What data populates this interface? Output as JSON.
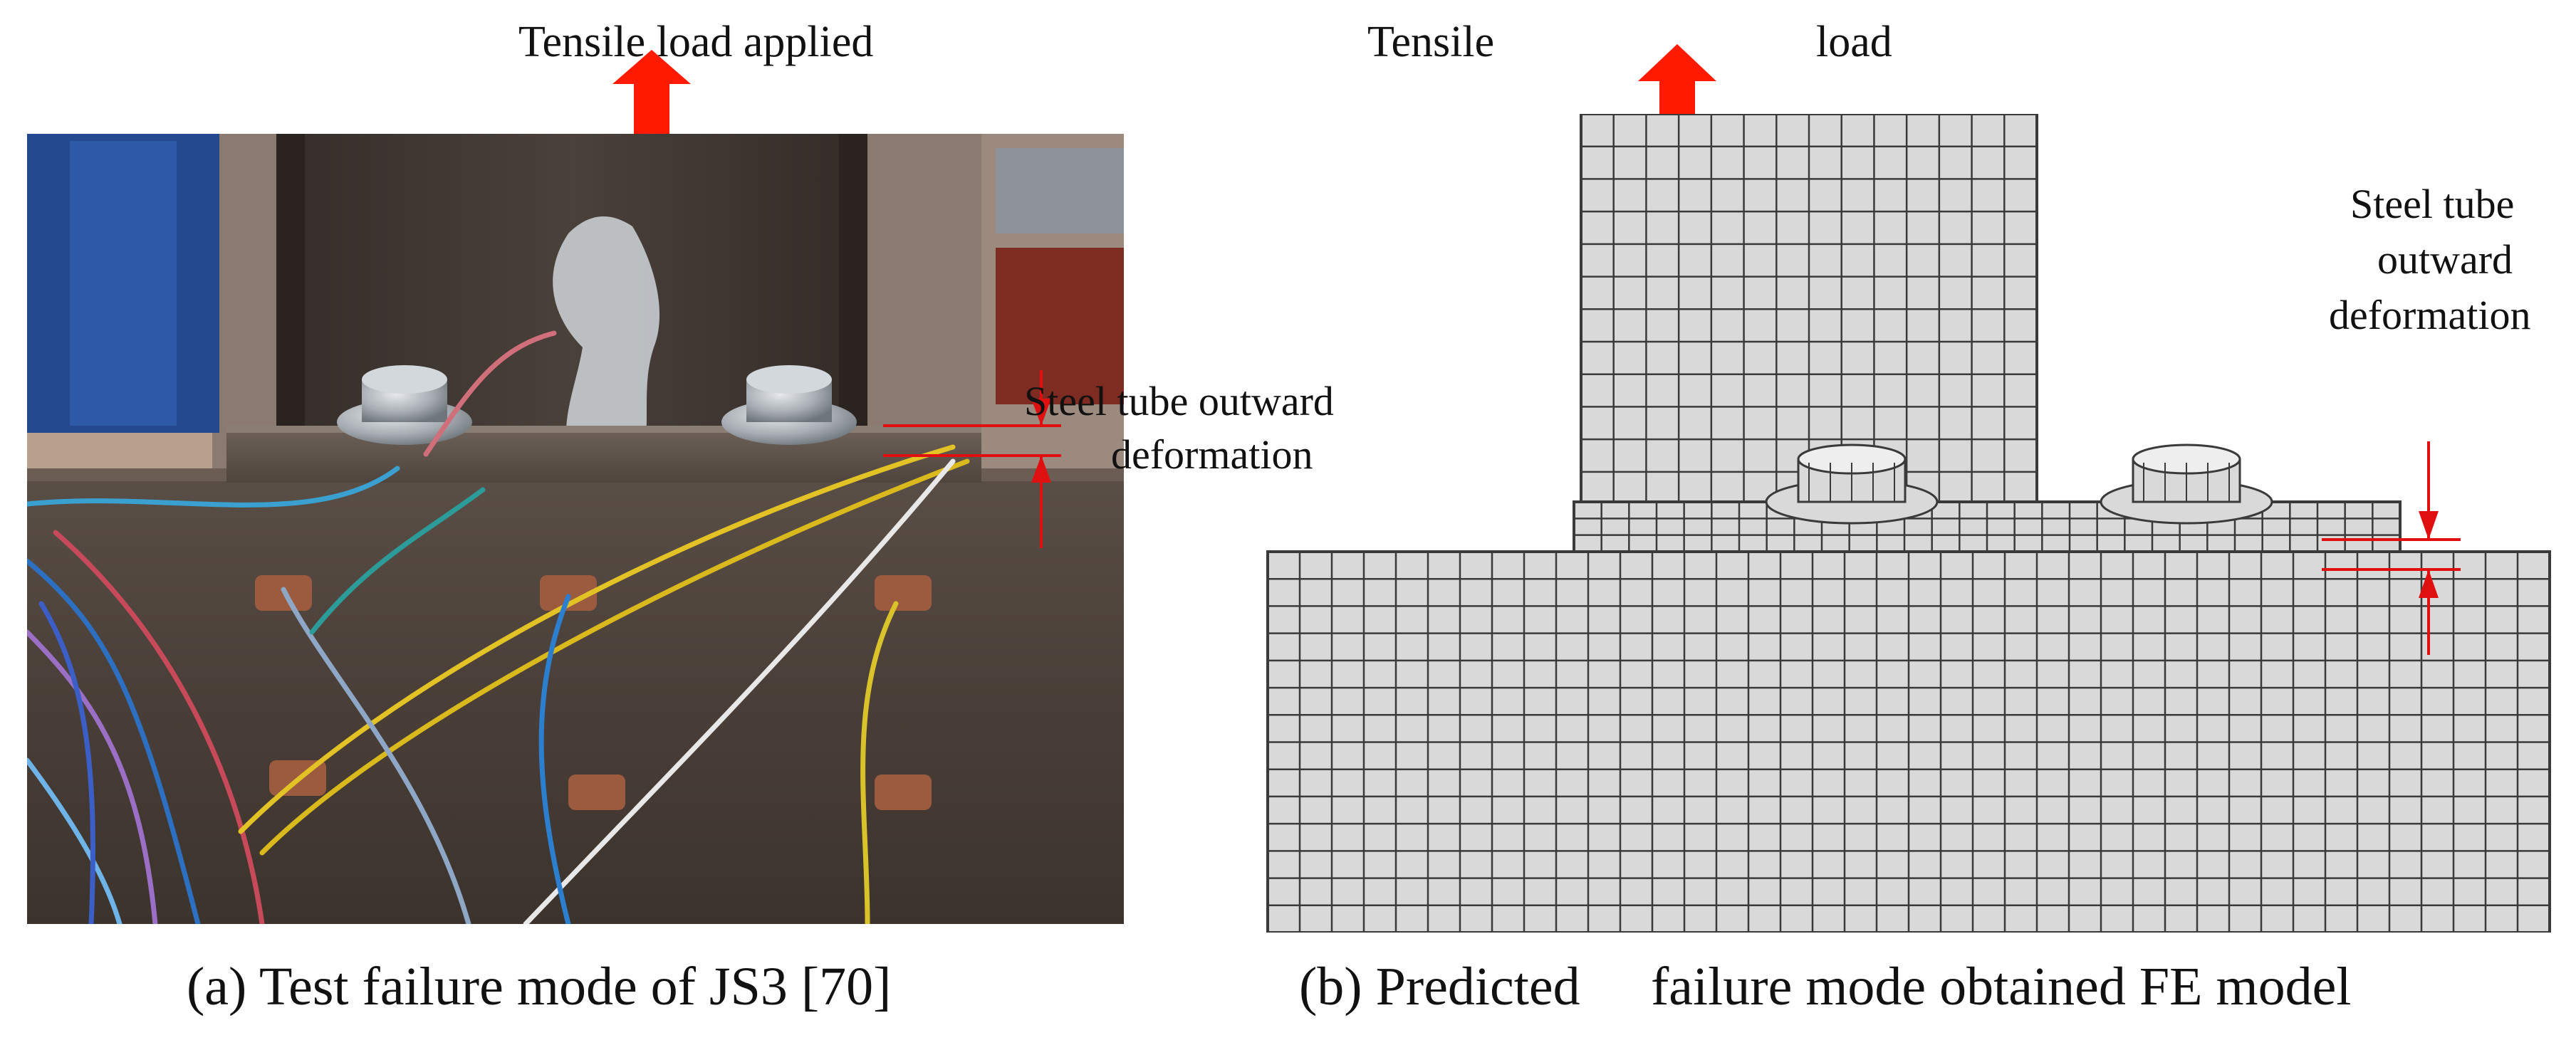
{
  "figure": {
    "panel_a": {
      "load_label": "Tensile load applied",
      "deformation_label_line1": "Steel tube outward",
      "deformation_label_line2": "deformation",
      "caption": "(a) Test failure mode of JS3 [70]",
      "colors": {
        "arrow": "#ff1a00",
        "dimension_line": "#e01010"
      }
    },
    "panel_b": {
      "load_label_word1": "Tensile",
      "load_label_word2": "load",
      "deformation_label_line1": "Steel tube",
      "deformation_label_line2": "outward",
      "deformation_label_line3": "deformation",
      "caption_part1": "(b) Predicted",
      "caption_part2": "failure mode obtained FE model",
      "colors": {
        "arrow": "#ff1a00",
        "dimension_line": "#e01010",
        "mesh_fill": "#d9d9d9",
        "mesh_line": "#3a3a3a"
      }
    }
  }
}
